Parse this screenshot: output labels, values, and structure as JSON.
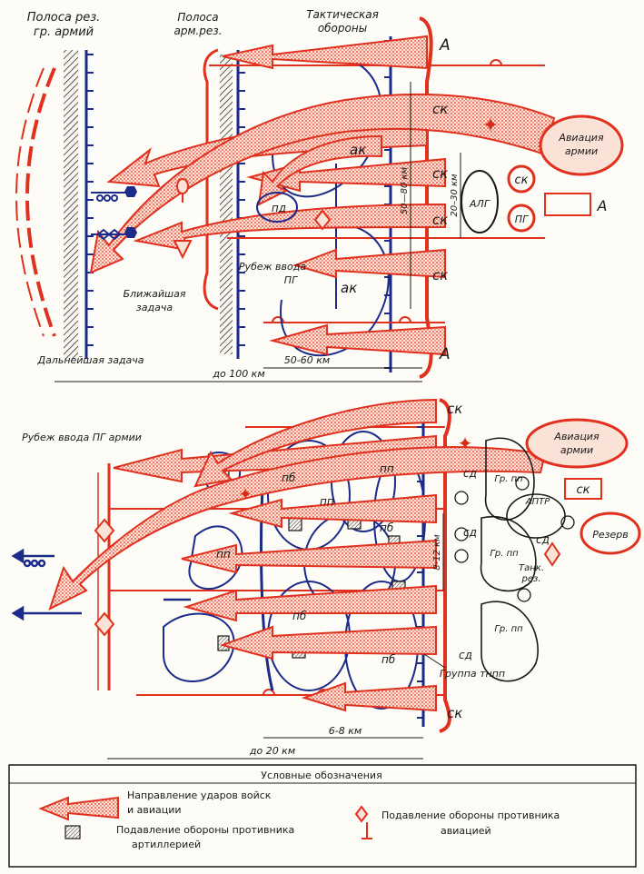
{
  "colors": {
    "red": "#e0301e",
    "blue": "#1c2a8a",
    "dark": "#1a1a1a",
    "paper": "#fdfcf6"
  },
  "top": {
    "zone_army_group_reserve": [
      "Полоса рез.",
      "гр. армий"
    ],
    "zone_army_reserve": [
      "Полоса",
      "арм.рез."
    ],
    "tactical_defense": [
      "Тактическая",
      "обороны"
    ],
    "letter_a": "А",
    "ck": "ск",
    "ak": "ак",
    "pd": "пд",
    "pg": "ПГ",
    "alg": "АЛГ",
    "aviation_army": [
      "Авиация",
      "армии"
    ],
    "pg_entry_line": [
      "Рубеж ввода",
      "ПГ"
    ],
    "nearest_task": [
      "Ближайшая",
      "задача"
    ],
    "further_task": "Дальнейшая задача",
    "dist_50_60": "50-60 км",
    "dist_100": "до 100 км",
    "dist_50_80_vert": "50—80 км",
    "dist_20_30_vert": "20–30 км"
  },
  "bottom": {
    "pg_entry_line_army": "Рубеж ввода ПГ армии",
    "ck": "ск",
    "aviation_army": [
      "Авиация",
      "армии"
    ],
    "pb": "пб",
    "pp": "пп",
    "sd": "сд",
    "gr_pp": "Гр. пп",
    "aptr": "АПТР",
    "reserve": "Резерв",
    "tank_reserve": [
      "Танк.",
      "рез."
    ],
    "tnpp_group": "Группа тнпп",
    "dist_6_8": "6-8 км",
    "dist_20": "до 20 км",
    "dist_8_12_vert": "8-12 км"
  },
  "legend": {
    "title": "Условные обозначения",
    "strike_direction": [
      "Направление ударов войск",
      "и авиации"
    ],
    "artillery_suppression": [
      "Подавление обороны противника",
      "артиллерией"
    ],
    "aviation_suppression": [
      "Подавление обороны противника",
      "авиацией"
    ]
  }
}
